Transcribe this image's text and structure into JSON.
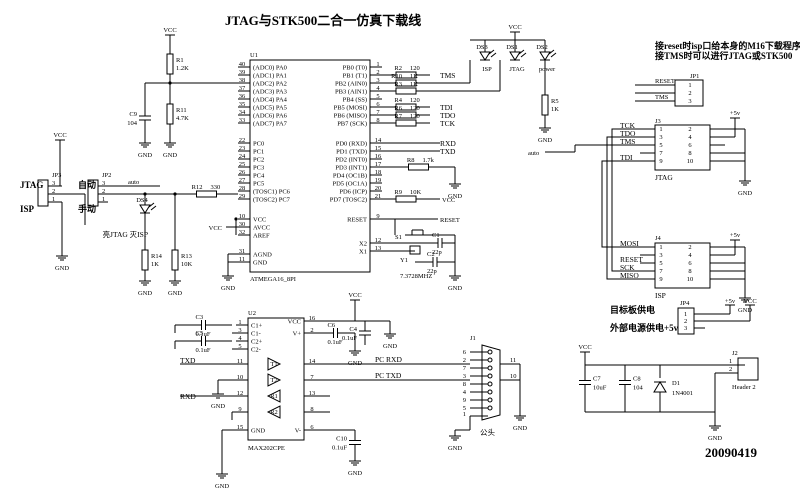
{
  "title": "JTAG与STK500二合一仿真下载线",
  "note_line1": "接reset时isp口给本身的M16下载程序",
  "note_line2": "接TMS时可以进行JTAG或STK500",
  "date": "20090419",
  "net": {
    "vcc": "VCC",
    "gnd": "GND",
    "plus5v": "+5v",
    "auto": "auto",
    "rxd": "RXD",
    "txd": "TXD",
    "reset": "RESET",
    "tms": "TMS",
    "tdi": "TDI",
    "tdo": "TDO",
    "tck": "TCK",
    "pc_rxd": "PC RXD",
    "pc_txd": "PC TXD"
  },
  "u1": {
    "ref": "U1",
    "part": "ATMEGA16_8PI",
    "left": [
      [
        "40",
        "(ADC0) PA0"
      ],
      [
        "39",
        "(ADC1) PA1"
      ],
      [
        "38",
        "(ADC2) PA2"
      ],
      [
        "37",
        "(ADC3) PA3"
      ],
      [
        "36",
        "(ADC4) PA4"
      ],
      [
        "35",
        "(ADC5) PA5"
      ],
      [
        "34",
        "(ADC6) PA6"
      ],
      [
        "33",
        "(ADC7) PA7"
      ],
      [
        "22",
        "PC0"
      ],
      [
        "23",
        "PC1"
      ],
      [
        "24",
        "PC2"
      ],
      [
        "25",
        "PC3"
      ],
      [
        "26",
        "PC4"
      ],
      [
        "27",
        "PC5"
      ],
      [
        "28",
        "(TOSC1) PC6"
      ],
      [
        "29",
        "(TOSC2) PC7"
      ],
      [
        "10",
        "VCC"
      ],
      [
        "30",
        "AVCC"
      ],
      [
        "32",
        "AREF"
      ],
      [
        "31",
        "AGND"
      ],
      [
        "11",
        "GND"
      ]
    ],
    "right": [
      [
        "1",
        "PB0 (T0)"
      ],
      [
        "2",
        "PB1 (T1)"
      ],
      [
        "3",
        "PB2 (AIN0)"
      ],
      [
        "4",
        "PB3 (AIN1)"
      ],
      [
        "5",
        "PB4 (SS)"
      ],
      [
        "6",
        "PB5 (MOSI)"
      ],
      [
        "7",
        "PB6 (MISO)"
      ],
      [
        "8",
        "PB7 (SCK)"
      ],
      [
        "14",
        "PD0 (RXD)"
      ],
      [
        "15",
        "PD1 (TXD)"
      ],
      [
        "16",
        "PD2 (INT0)"
      ],
      [
        "17",
        "PD3 (INT1)"
      ],
      [
        "18",
        "PD4 (OC1B)"
      ],
      [
        "19",
        "PD5 (OC1A)"
      ],
      [
        "20",
        "PD6 (ICP)"
      ],
      [
        "21",
        "PD7 (TOSC2)"
      ],
      [
        "9",
        "RESET"
      ],
      [
        "12",
        "X2"
      ],
      [
        "13",
        "X1"
      ]
    ]
  },
  "u2": {
    "ref": "U2",
    "part": "MAX202CPE",
    "left": [
      [
        "1",
        "C1+"
      ],
      [
        "3",
        "C1-"
      ],
      [
        "4",
        "C2+"
      ],
      [
        "5",
        "C2-"
      ],
      [
        "11",
        ""
      ],
      [
        "10",
        ""
      ],
      [
        "12",
        ""
      ],
      [
        "9",
        ""
      ],
      [
        "15",
        "GND"
      ]
    ],
    "right": [
      [
        "16",
        "VCC"
      ],
      [
        "2",
        "V+"
      ],
      [
        "14",
        ""
      ],
      [
        "7",
        ""
      ],
      [
        "13",
        ""
      ],
      [
        "8",
        ""
      ],
      [
        "6",
        "V-"
      ]
    ],
    "gates": [
      "T1",
      "T2",
      "R1",
      "R2"
    ]
  },
  "parts": {
    "r1": [
      "R1",
      "1.2K"
    ],
    "r11": [
      "R11",
      "4.7K"
    ],
    "c9": [
      "C9",
      "104"
    ],
    "r2": [
      "R2",
      "120"
    ],
    "r10": [
      "R10",
      "1K"
    ],
    "r3": [
      "R3",
      "1K"
    ],
    "r4": [
      "R4",
      "120"
    ],
    "r6": [
      "R6",
      "120"
    ],
    "r7": [
      "R7",
      "120"
    ],
    "r8": [
      "R8",
      "1.7k"
    ],
    "r9": [
      "R9",
      "10K"
    ],
    "r12": [
      "R12",
      "330"
    ],
    "r14": [
      "R14",
      "1K"
    ],
    "r13": [
      "R13",
      "10K"
    ],
    "r5": [
      "R5",
      "1K"
    ],
    "ds3": [
      "DS3",
      "ISP"
    ],
    "ds1": [
      "DS1",
      "JTAG"
    ],
    "ds2": [
      "DS2",
      "power"
    ],
    "ds4": "DS4",
    "s1": "S1",
    "y1": [
      "Y1",
      "7.3728MHZ"
    ],
    "c1": [
      "C1",
      "22p"
    ],
    "c2": [
      "C2",
      "22p"
    ],
    "c3": [
      "C3",
      "0.1uF"
    ],
    "c5": [
      "C5",
      "0.1uF"
    ],
    "c6": [
      "C6",
      "0.1uF"
    ],
    "c4": [
      "C4",
      "0.1uF"
    ],
    "c10": [
      "C10",
      "0.1uF"
    ],
    "c7": [
      "C7",
      "10uF"
    ],
    "c8": [
      "C8",
      "104"
    ],
    "d1": [
      "D1",
      "1N4001"
    ]
  },
  "jp3": {
    "ref": "JP3",
    "a": "JTAG",
    "b": "ISP",
    "pins": [
      "3",
      "2",
      "1"
    ]
  },
  "jp2": {
    "ref": "JP2",
    "a": "自动",
    "b": "手动",
    "pins": [
      "3",
      "2",
      "1"
    ]
  },
  "led_note": "亮JTAG 灭ISP",
  "jp1": {
    "ref": "JP1",
    "pins": [
      "1",
      "2",
      "3"
    ],
    "nets": [
      "RESET",
      "",
      ""
    ]
  },
  "j3": {
    "ref": "J3",
    "label": "JTAG",
    "sigs": [
      "TCK",
      "TDO",
      "TMS",
      "",
      "TDI"
    ],
    "odd": [
      "1",
      "3",
      "5",
      "7",
      "9"
    ],
    "even": [
      "2",
      "4",
      "6",
      "8",
      "10"
    ]
  },
  "j4": {
    "ref": "J4",
    "label": "ISP",
    "sigs": [
      "MOSI",
      "",
      "RESET",
      "SCK",
      "MISO"
    ],
    "odd": [
      "1",
      "3",
      "5",
      "7",
      "9"
    ],
    "even": [
      "2",
      "4",
      "6",
      "8",
      "10"
    ]
  },
  "jp4": {
    "ref": "JP4",
    "pins": [
      "1",
      "2",
      "3"
    ],
    "l1": "目标板供电",
    "l2": "外部电源供电+5v"
  },
  "j1": {
    "ref": "J1",
    "pins": [
      "6",
      "2",
      "7",
      "3",
      "8",
      "4",
      "9",
      "5"
    ],
    "pin1": "1",
    "gnd_pins": [
      "11",
      "10"
    ],
    "label": "公头"
  },
  "j2": {
    "ref": "J2",
    "pins": [
      "1",
      "2"
    ],
    "label": "Header 2"
  }
}
